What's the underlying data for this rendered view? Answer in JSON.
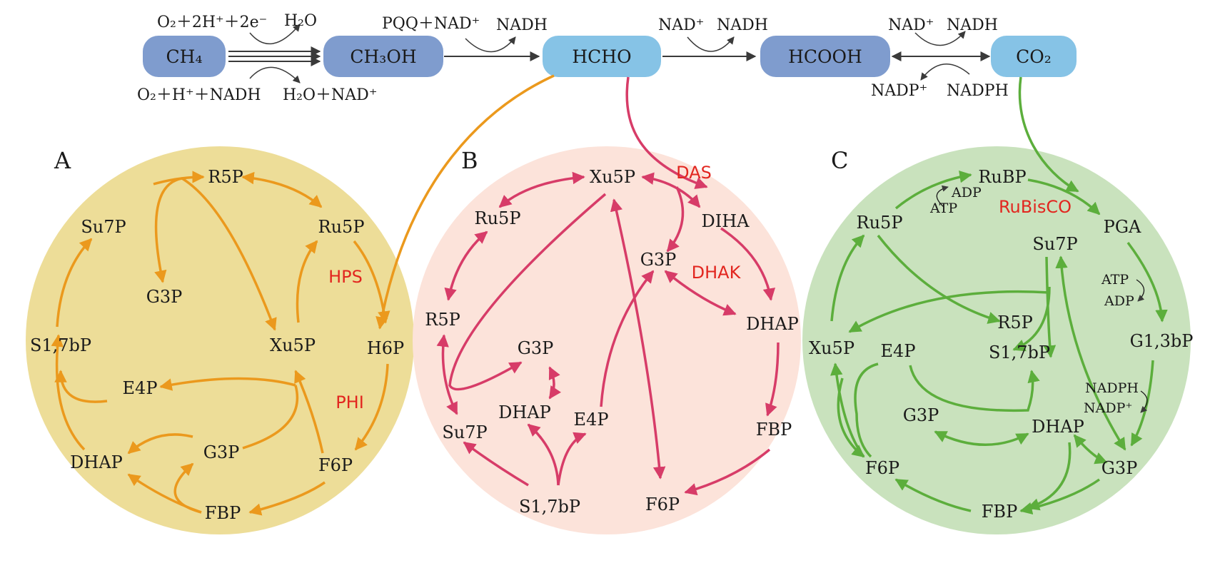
{
  "colors": {
    "node_dark": "#7f9cce",
    "node_light": "#86c3e6",
    "panel_a": "#eddd98",
    "panel_b": "#fce3da",
    "panel_c": "#c9e2bd",
    "arrow_a": "#eb991d",
    "arrow_b": "#d73c68",
    "arrow_c": "#5cae3c",
    "enzyme": "#e2261f",
    "top_arrow": "#3a3a3a"
  },
  "top": {
    "nodes": {
      "ch4": "CH₄",
      "ch3oh": "CH₃OH",
      "hcho": "HCHO",
      "hcooh": "HCOOH",
      "co2": "CO₂"
    },
    "cofactors": {
      "o2_2h_2e": "O₂＋2H⁺＋2e⁻",
      "h2o_a": "H₂O",
      "o2_h_nadh": "O₂＋H⁺＋NADH",
      "h2o_nad": "H₂O＋NAD⁺",
      "pqq_nad": "PQQ＋NAD⁺",
      "nadh_1": "NADH",
      "nad_2": "NAD⁺",
      "nadh_2": "NADH",
      "nad_3": "NAD⁺",
      "nadh_3": "NADH",
      "nadp": "NADP⁺",
      "nadph": "NADPH"
    }
  },
  "panel_a": {
    "letter": "A",
    "metabolites": {
      "r5p": "R5P",
      "su7p": "Su7P",
      "ru5p": "Ru5P",
      "g3p_top": "G3P",
      "s17bp": "S1,7bP",
      "xu5p": "Xu5P",
      "h6p": "H6P",
      "e4p": "E4P",
      "dhap": "DHAP",
      "g3p_bottom": "G3P",
      "f6p": "F6P",
      "fbp": "FBP"
    },
    "enzymes": {
      "hps": "HPS",
      "phi": "PHI"
    }
  },
  "panel_b": {
    "letter": "B",
    "metabolites": {
      "xu5p": "Xu5P",
      "ru5p": "Ru5P",
      "diha": "DIHA",
      "g3p_right": "G3P",
      "r5p": "R5P",
      "dhap_right": "DHAP",
      "g3p_center": "G3P",
      "dhap_center": "DHAP",
      "e4p": "E4P",
      "su7p": "Su7P",
      "fbp": "FBP",
      "s17bp": "S1,7bP",
      "f6p": "F6P"
    },
    "enzymes": {
      "das": "DAS",
      "dhak": "DHAK"
    }
  },
  "panel_c": {
    "letter": "C",
    "metabolites": {
      "rubp": "RuBP",
      "ru5p": "Ru5P",
      "pga": "PGA",
      "su7p": "Su7P",
      "r5p": "R5P",
      "g13bp": "G1,3bP",
      "xu5p": "Xu5P",
      "e4p": "E4P",
      "s17bp": "S1,7bP",
      "g3p_left": "G3P",
      "dhap": "DHAP",
      "f6p": "F6P",
      "g3p_right": "G3P",
      "fbp": "FBP"
    },
    "cofactors": {
      "adp_1": "ADP",
      "atp_1": "ATP",
      "atp_2": "ATP",
      "adp_2": "ADP",
      "nadph": "NADPH",
      "nadp": "NADP⁺"
    },
    "enzymes": {
      "rubisco": "RuBisCO"
    }
  }
}
